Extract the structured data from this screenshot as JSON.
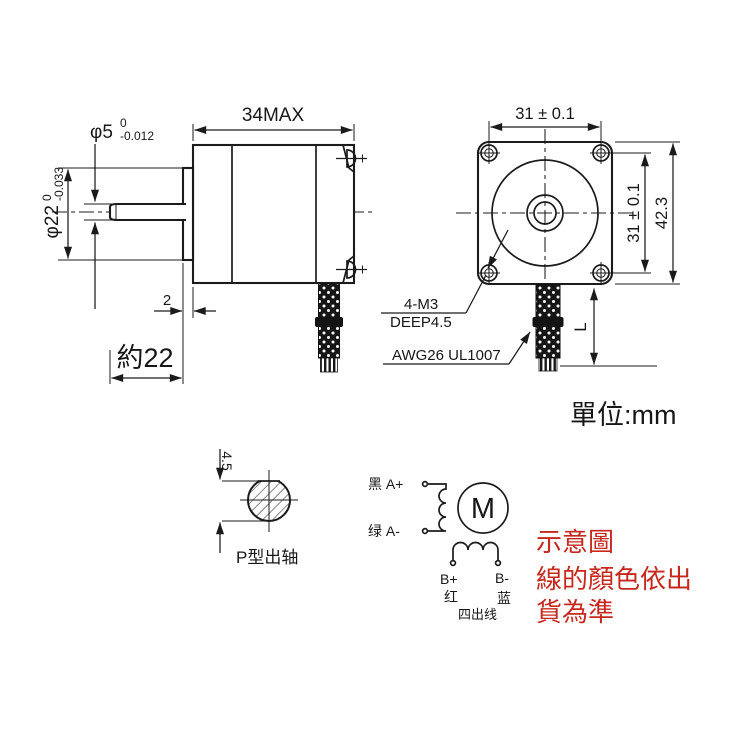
{
  "colors": {
    "ink": "#1b1b1b",
    "red": "#c6281e",
    "background": "#ffffff"
  },
  "unit_note": "單位:mm",
  "side_view": {
    "dim_length_max": "34MAX",
    "shaft_dia": {
      "prefix": "φ5",
      "tol_upper": "0",
      "tol_lower": "-0.012"
    },
    "pilot_dia": {
      "prefix": "φ22",
      "tol_upper": "0",
      "tol_lower": "-0.033"
    },
    "dim_pilot_height": "2",
    "dim_shaft_length": "約22"
  },
  "front_view": {
    "dim_hole_pitch_h": "31 ± 0.1",
    "dim_hole_pitch_v": "31 ± 0.1",
    "dim_frame_size": "42.3",
    "mount_hole_note_line1": "4-M3",
    "mount_hole_note_line2": "DEEP4.5",
    "cable_note": "AWG26 UL1007",
    "dim_cable_length": "L"
  },
  "shaft_section": {
    "dim_flat_height": "4.5",
    "caption": "P型出轴"
  },
  "wiring_diagram": {
    "lead_a_plus": "黑 A+",
    "lead_a_minus": "绿 A-",
    "motor_symbol": "M",
    "lead_b_plus": "B+",
    "lead_b_plus_color": "红",
    "lead_b_minus": "B-",
    "lead_b_minus_color": "蓝",
    "caption": "四出线"
  },
  "disclaimer": {
    "line1": "示意圖",
    "line2": "線的顏色依出",
    "line3": "貨為準"
  }
}
